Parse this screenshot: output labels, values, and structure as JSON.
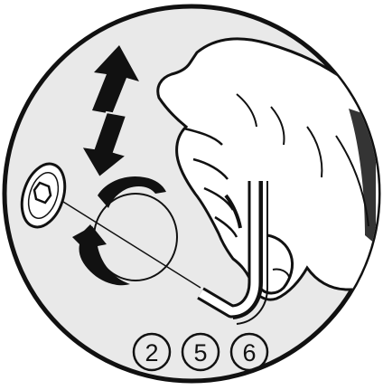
{
  "figure": {
    "background_color": "#ffffff",
    "disc_fill": "#e9e9e9",
    "ink_color": "#111111",
    "hand_fill": "#ffffff"
  },
  "icons": {
    "vertical_arrows": "double-vertical-arrows-icon",
    "rotate_arrows": "rotation-arrows-icon",
    "screw": "hex-socket-screw-icon",
    "allen_key": "allen-key-icon",
    "hand": "hand-icon"
  },
  "part_numbers": [
    {
      "label": "2"
    },
    {
      "label": "5"
    },
    {
      "label": "6"
    }
  ]
}
